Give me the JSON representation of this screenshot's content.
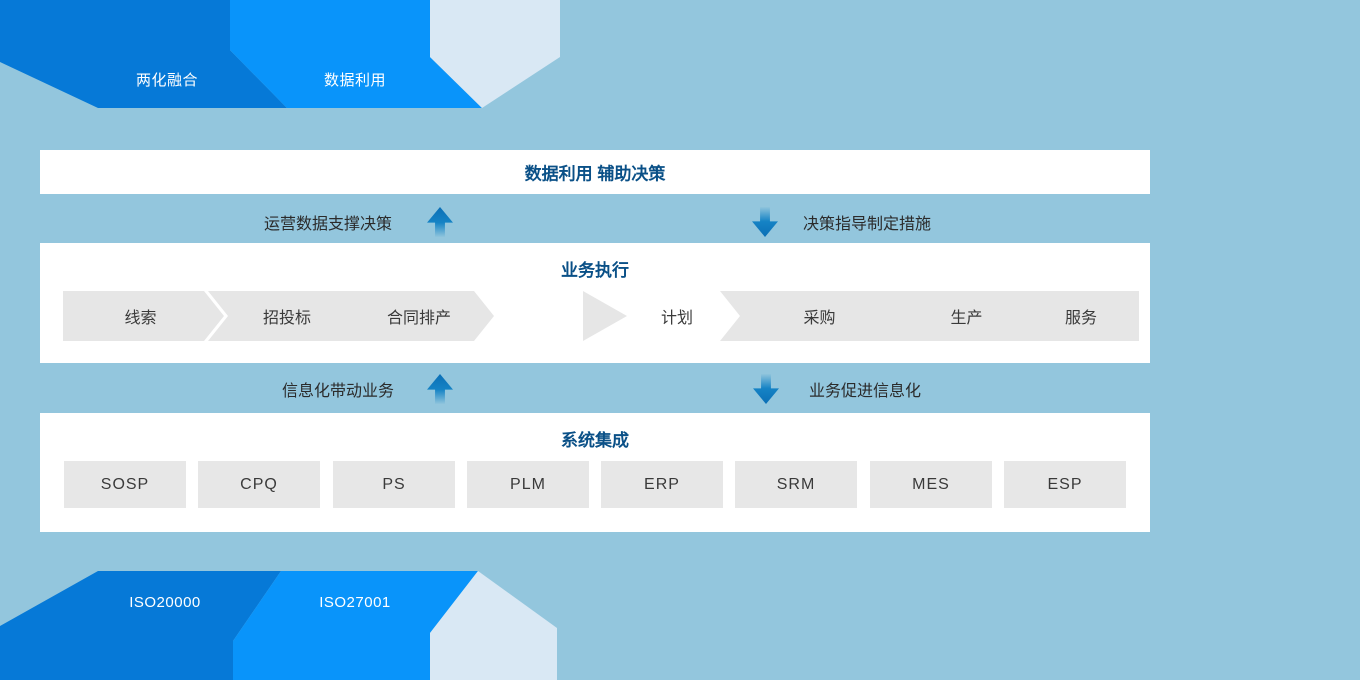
{
  "colors": {
    "background": "#93c6dd",
    "dark_blue": "#0679d7",
    "bright_blue": "#0994fa",
    "pale_blue": "#d9e8f4",
    "navy_title": "#0a5087",
    "arrow_blue": "#0b6fb6",
    "box_gray": "#e6e6e6"
  },
  "top_tabs": [
    {
      "label": "两化融合"
    },
    {
      "label": "数据利用"
    }
  ],
  "decision_band": {
    "title": "数据利用 辅助决策"
  },
  "row_decision": {
    "left_label": "运营数据支撑决策",
    "right_label": "决策指导制定措施"
  },
  "execution_band": {
    "title": "业务执行",
    "pre_steps": [
      "线索",
      "招投标",
      "合同排产"
    ],
    "plan_step": "计划",
    "post_steps": [
      "采购",
      "生产",
      "服务"
    ]
  },
  "row_integration": {
    "left_label": "信息化带动业务",
    "right_label": "业务促进信息化"
  },
  "systems_band": {
    "title": "系统集成",
    "systems": [
      "SOSP",
      "CPQ",
      "PS",
      "PLM",
      "ERP",
      "SRM",
      "MES",
      "ESP"
    ]
  },
  "bottom_tabs": [
    {
      "label": "ISO20000"
    },
    {
      "label": "ISO27001"
    }
  ]
}
